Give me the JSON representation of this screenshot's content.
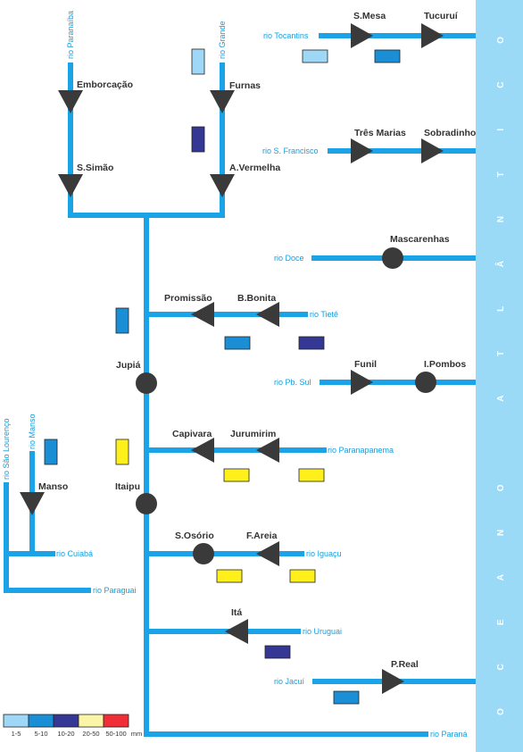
{
  "colors": {
    "river": "#1aa3e6",
    "ocean": "#9bdaf7",
    "station": "#3a3a3a",
    "label": "#12a0e0",
    "scale": [
      "#9fd8f6",
      "#1b8fd6",
      "#343794",
      "#fbf5a8",
      "#f02e38"
    ],
    "yellow": "#fff01c"
  },
  "ocean": {
    "letters": [
      "O",
      "C",
      "E",
      "A",
      "N",
      "O",
      " ",
      "A",
      "T",
      "L",
      "Â",
      "N",
      "T",
      "I",
      "C",
      "O"
    ]
  },
  "rivers": {
    "parnaiba": "rio Paranaíba",
    "grande": "rio Grande",
    "tocantins": "rio Tocantins",
    "sfrancisco": "rio S. Francisco",
    "doce": "rio Doce",
    "tiete": "rio Tietê",
    "pbsul": "rio Pb. Sul",
    "paranapanema": "rio Paranapanema",
    "saolourenco": "rio São Lourenço",
    "manso": "rio Manso",
    "cuiaba": "rio Cuiabá",
    "paraguai": "rio Paraguai",
    "iguacu": "rio Iguaçu",
    "uruguai": "rio Uruguai",
    "jacui": "rio Jacuí",
    "parana": "rio Paraná"
  },
  "stations": {
    "emborcacao": "Emborcação",
    "furnas": "Furnas",
    "ssimao": "S.Simão",
    "avermelha": "A.Vermelha",
    "smesa": "S.Mesa",
    "tucurui": "Tucuruí",
    "tresmarias": "Três Marias",
    "sobradinho": "Sobradinho",
    "mascarenhas": "Mascarenhas",
    "promissao": "Promissão",
    "bbonita": "B.Bonita",
    "jupia": "Jupiá",
    "funil": "Funil",
    "ipombos": "I.Pombos",
    "capivara": "Capivara",
    "jurumirim": "Jurumirim",
    "itaipu": "Itaipu",
    "manso": "Manso",
    "sosorio": "S.Osório",
    "fareia": "F.Areia",
    "ita": "Itá",
    "preal": "P.Real"
  },
  "indicators": {
    "furnas": 1,
    "smesa": 1,
    "tucurui": 2,
    "avermelha": 3,
    "jupia": 2,
    "promissao": 2,
    "bbonita": 3,
    "itaipu": "yellow",
    "manso": 2,
    "capivara": "yellow",
    "jurumirim": "yellow",
    "sosorio": "yellow",
    "fareia": "yellow",
    "ita": 3,
    "preal": 2
  },
  "legend": {
    "labels": [
      "1-5",
      "5-10",
      "10-20",
      "20-50",
      "50-100"
    ],
    "unit": "mm"
  }
}
